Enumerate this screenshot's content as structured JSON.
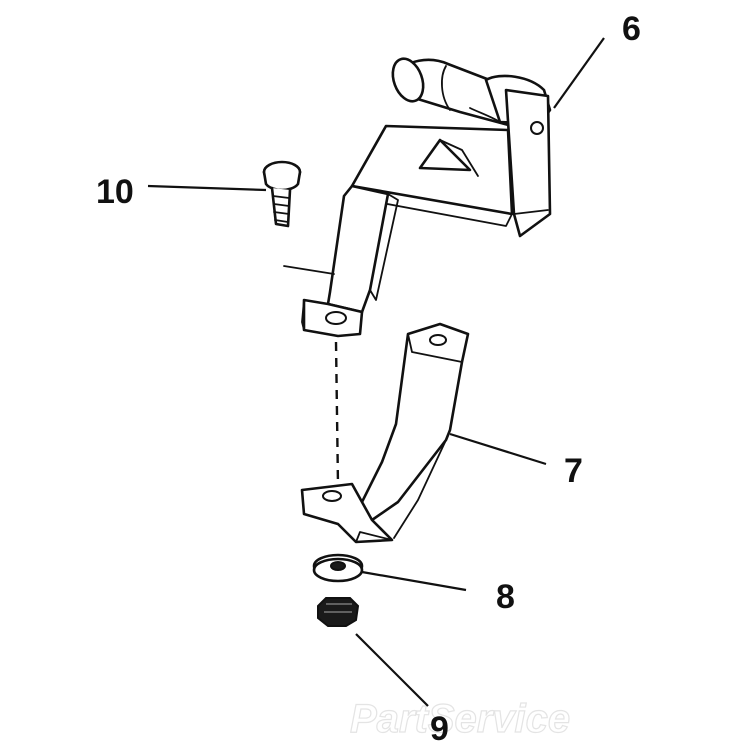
{
  "callouts": {
    "part_6": "6",
    "part_7": "7",
    "part_8": "8",
    "part_9": "9",
    "part_10": "10"
  },
  "watermark": {
    "text": "PartService"
  }
}
